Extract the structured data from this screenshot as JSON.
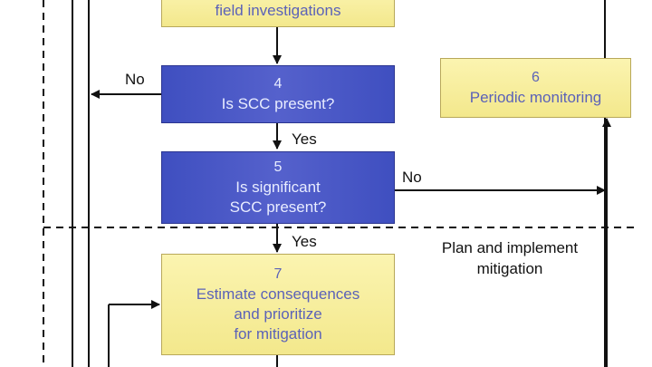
{
  "boxes": {
    "top": {
      "line": "field investigations"
    },
    "box4": {
      "number": "4",
      "line1": "Is SCC present?"
    },
    "box5": {
      "number": "5",
      "line1": "Is significant",
      "line2": "SCC present?"
    },
    "box6": {
      "number": "6",
      "line1": "Periodic monitoring"
    },
    "box7": {
      "number": "7",
      "line1": "Estimate consequences",
      "line2": "and prioritize",
      "line3": "for mitigation"
    }
  },
  "edges": {
    "no_from_4": "No",
    "yes_from_4": "Yes",
    "no_from_5": "No",
    "yes_from_5": "Yes"
  },
  "phase_label": {
    "line1": "Plan and implement",
    "line2": "mitigation"
  },
  "colors": {
    "yellow_fill": "#f6ec9c",
    "blue_fill": "#4a56c4",
    "box_text_blue": "#5b62b8",
    "line": "#111111"
  }
}
